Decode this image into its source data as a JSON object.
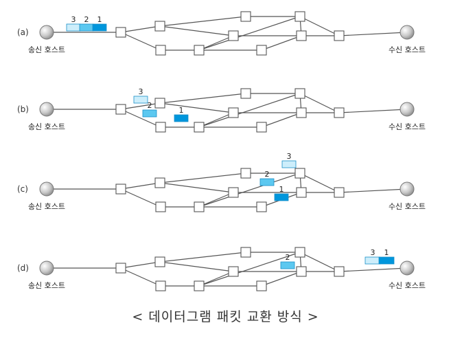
{
  "panels": [
    {
      "label": "(a)",
      "sender": "송신 호스트",
      "receiver": "수신 호스트",
      "packets": [
        {
          "num": "3",
          "loc": "sender-bar-1"
        },
        {
          "num": "2",
          "loc": "sender-bar-2"
        },
        {
          "num": "1",
          "loc": "sender-bar-3"
        }
      ]
    },
    {
      "label": "(b)",
      "sender": "송신 호스트",
      "receiver": "수신 호스트",
      "packets": [
        {
          "num": "3",
          "loc": "b3"
        },
        {
          "num": "2",
          "loc": "b2"
        },
        {
          "num": "1",
          "loc": "b1"
        }
      ]
    },
    {
      "label": "(c)",
      "sender": "송신 호스트",
      "receiver": "수신 호스트",
      "packets": [
        {
          "num": "3",
          "loc": "c3"
        },
        {
          "num": "2",
          "loc": "c2"
        },
        {
          "num": "1",
          "loc": "c1"
        }
      ]
    },
    {
      "label": "(d)",
      "sender": "송신 호스트",
      "receiver": "수신 호스트",
      "packets": [
        {
          "num": "2",
          "loc": "d2"
        },
        {
          "num": "3",
          "loc": "receiver-bar-1"
        },
        {
          "num": "1",
          "loc": "receiver-bar-2"
        }
      ]
    }
  ],
  "caption": "< 데이터그램 패킷 교환 방식 >",
  "colors": {
    "light": "#cdeefb",
    "medium": "#5cc8f0",
    "dark": "#0096dc",
    "line": "#555555"
  }
}
